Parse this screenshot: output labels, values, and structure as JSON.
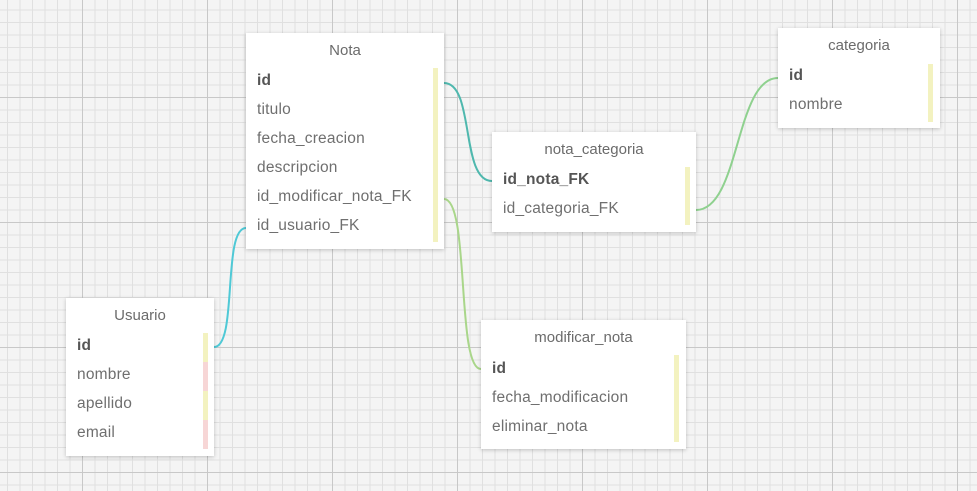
{
  "colors": {
    "marker_yellow": "#f3f2c0",
    "marker_pink": "#f7d6d6",
    "connector_cyan": "#4fc9d6",
    "connector_teal": "#4fb8ae",
    "connector_green": "#8fd18f",
    "connector_lightgreen": "#a9d68a"
  },
  "entities": {
    "nota": {
      "title": "Nota",
      "fields": [
        {
          "name": "id",
          "pk": true
        },
        {
          "name": "titulo",
          "pk": false
        },
        {
          "name": "fecha_creacion",
          "pk": false
        },
        {
          "name": "descripcion",
          "pk": false
        },
        {
          "name": "id_modificar_nota_FK",
          "pk": false
        },
        {
          "name": "id_usuario_FK",
          "pk": false
        }
      ]
    },
    "categoria": {
      "title": "categoria",
      "fields": [
        {
          "name": "id",
          "pk": true
        },
        {
          "name": "nombre",
          "pk": false
        }
      ]
    },
    "nota_categoria": {
      "title": "nota_categoria",
      "fields": [
        {
          "name": "id_nota_FK",
          "pk": true
        },
        {
          "name": "id_categoria_FK",
          "pk": false
        }
      ]
    },
    "usuario": {
      "title": "Usuario",
      "fields": [
        {
          "name": "id",
          "pk": true
        },
        {
          "name": "nombre",
          "pk": false
        },
        {
          "name": "apellido",
          "pk": false
        },
        {
          "name": "email",
          "pk": false
        }
      ]
    },
    "modificar_nota": {
      "title": "modificar_nota",
      "fields": [
        {
          "name": "id",
          "pk": true
        },
        {
          "name": "fecha_modificacion",
          "pk": false
        },
        {
          "name": "eliminar_nota",
          "pk": false
        }
      ]
    }
  }
}
